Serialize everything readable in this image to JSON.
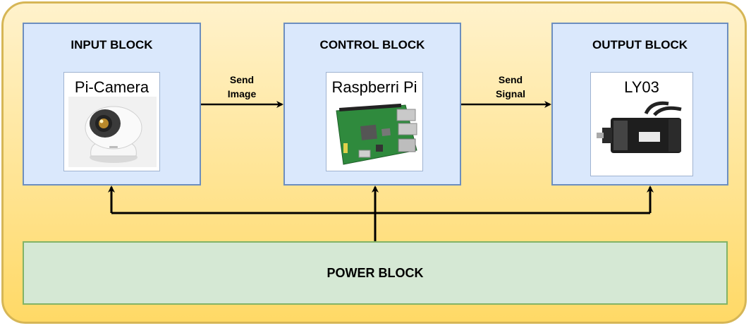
{
  "blocks": {
    "input": {
      "title": "INPUT BLOCK",
      "component": "Pi-Camera"
    },
    "control": {
      "title": "CONTROL BLOCK",
      "component": "Raspberri Pi"
    },
    "output": {
      "title": "OUTPUT BLOCK",
      "component": "LY03"
    },
    "power": {
      "title": "POWER BLOCK"
    }
  },
  "edges": {
    "input_to_control": [
      "Send",
      "Image"
    ],
    "control_to_output": [
      "Send",
      "Signal"
    ]
  },
  "colors": {
    "frame_fill": "#fff2cc",
    "frame_border": "#d6b656",
    "block_fill": "#dae8fc",
    "block_border": "#6c8ebf",
    "power_fill": "#d5e8d4",
    "power_border": "#82b366"
  },
  "icons": [
    "camera-image",
    "raspberry-pi-board-image",
    "servo-motor-image"
  ]
}
